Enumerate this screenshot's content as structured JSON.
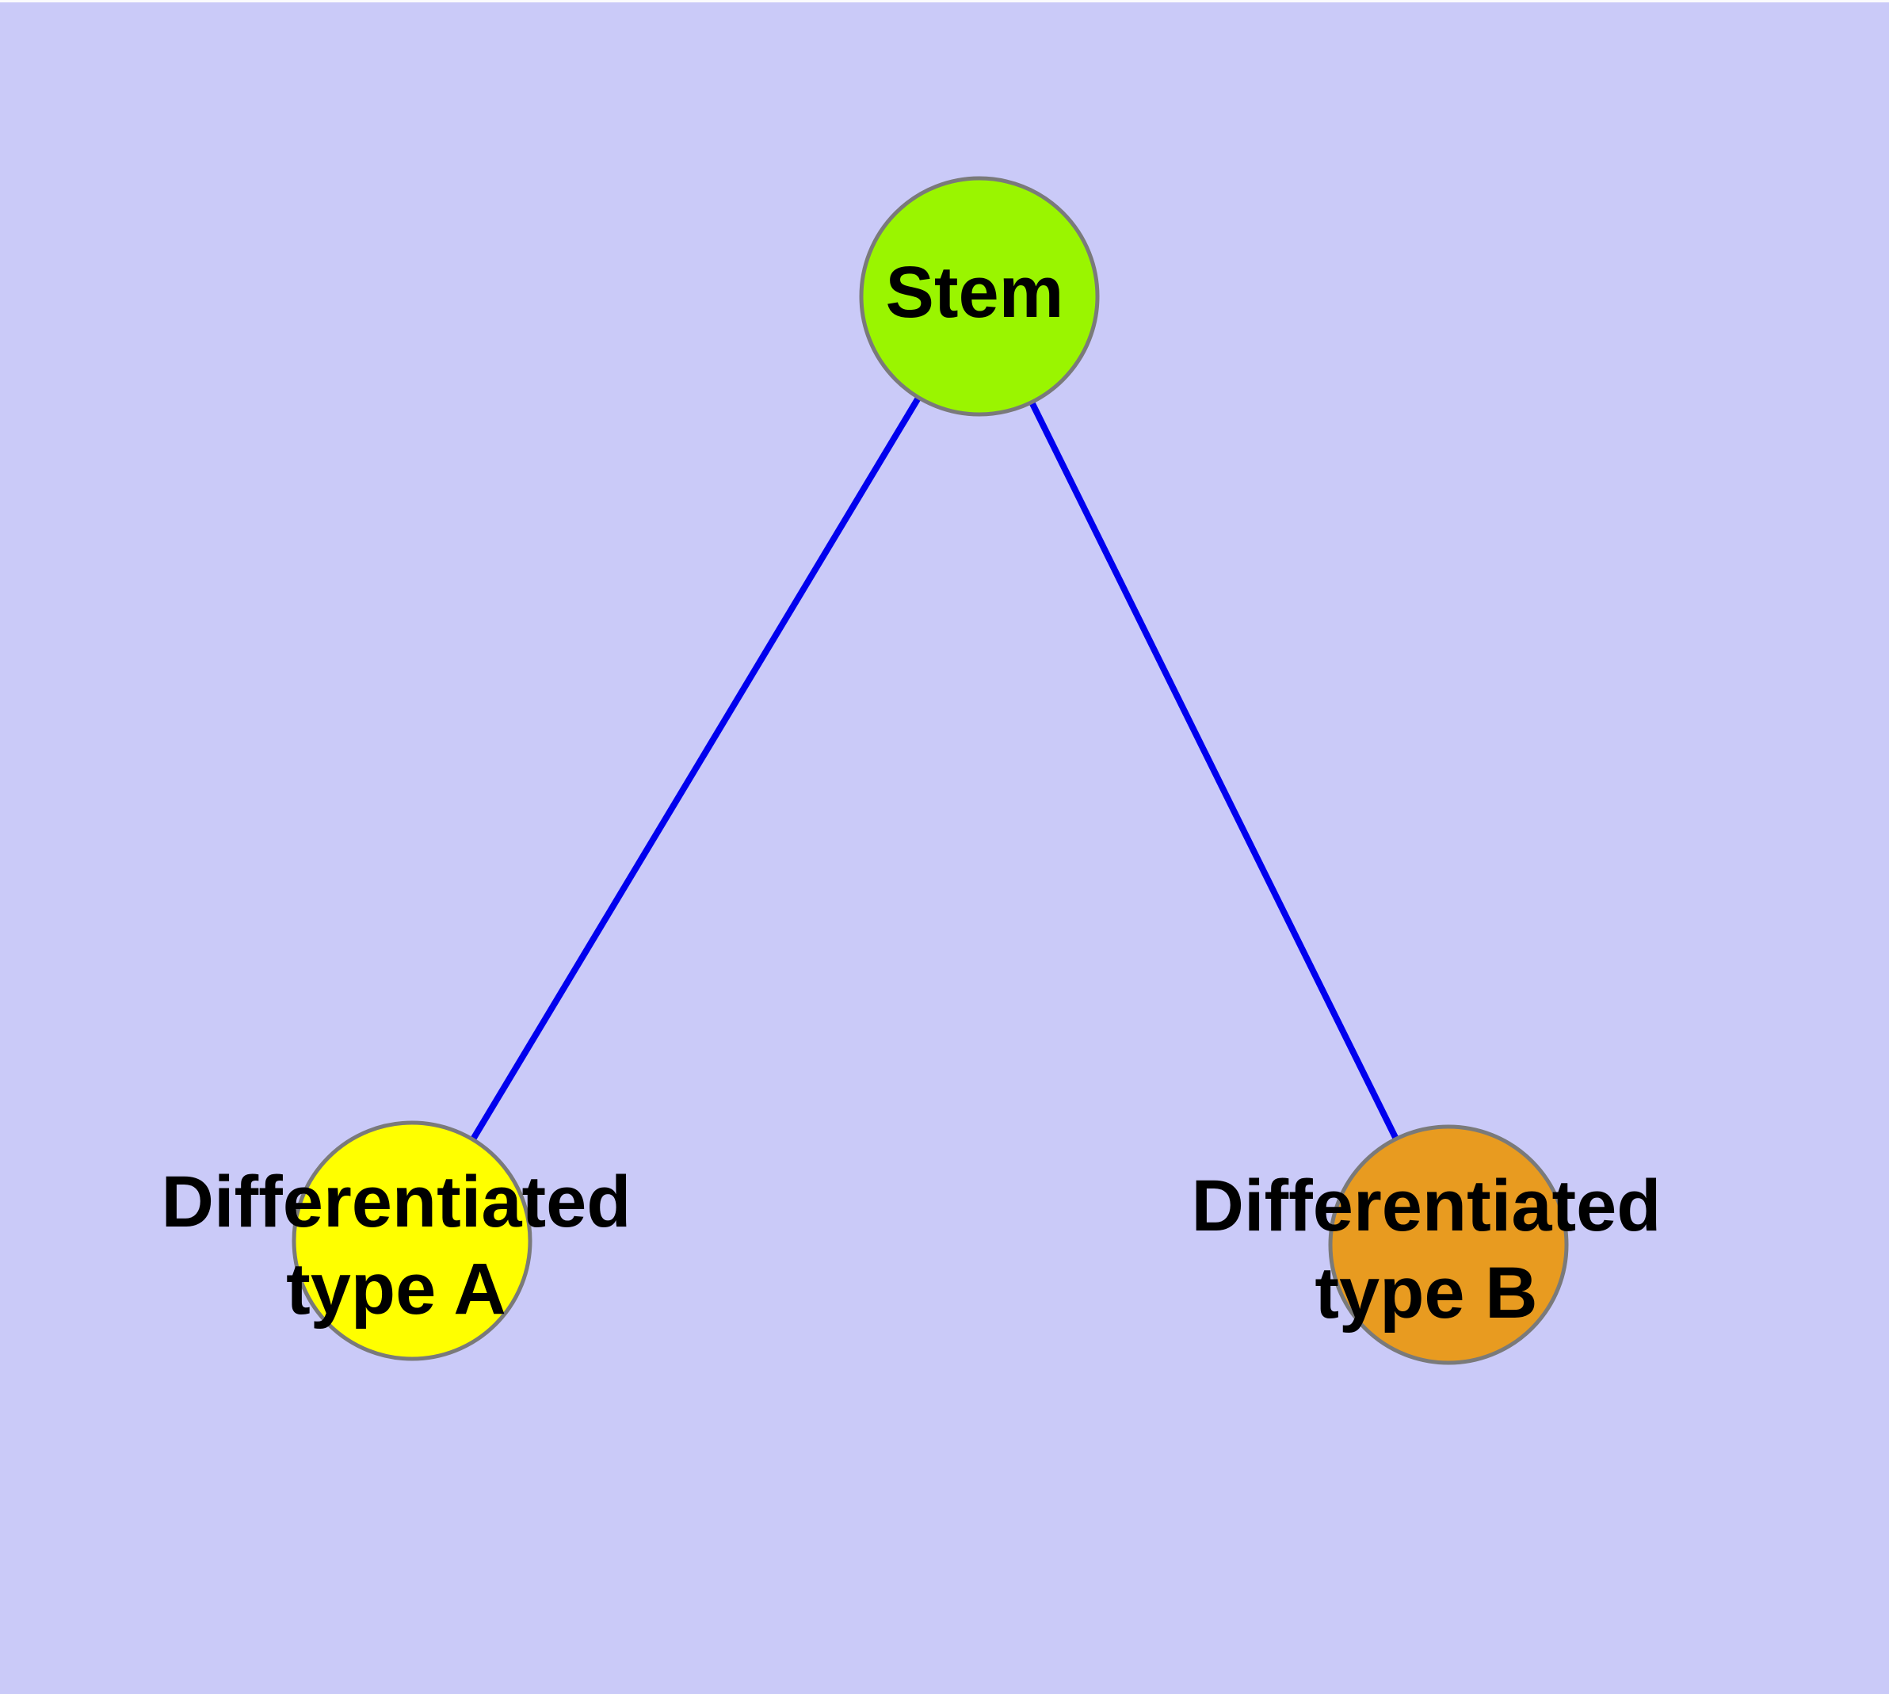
{
  "diagram": {
    "background_color": "#CACAF8",
    "top_edge_color": "#FBFBFD",
    "edge_color": "#0000EE",
    "node_border_color": "#7A7A7A",
    "text_color": "#000000",
    "nodes": {
      "stem": {
        "label": "Stem",
        "fill_color": "#9AF500"
      },
      "type_a": {
        "label_line1": "Differentiated",
        "label_line2": "type A",
        "fill_color": "#FFFF00"
      },
      "type_b": {
        "label_line1": "Differentiated",
        "label_line2": "type B",
        "fill_color": "#E89B20"
      }
    },
    "edges": [
      {
        "from": "stem",
        "to": "type_a"
      },
      {
        "from": "stem",
        "to": "type_b"
      }
    ]
  }
}
